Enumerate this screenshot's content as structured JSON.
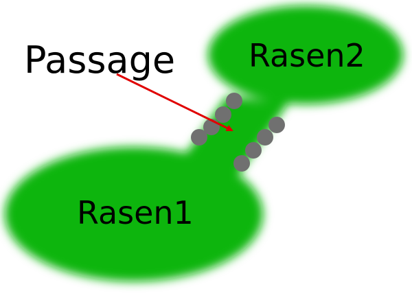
{
  "diagram": {
    "labels": {
      "passage": "Passage",
      "lawn1": "Rasen1",
      "lawn2": "Rasen2"
    },
    "colors": {
      "lawn": "#0cb50c",
      "stone": "#707070",
      "arrow": "#e00000",
      "text": "#000000"
    }
  }
}
